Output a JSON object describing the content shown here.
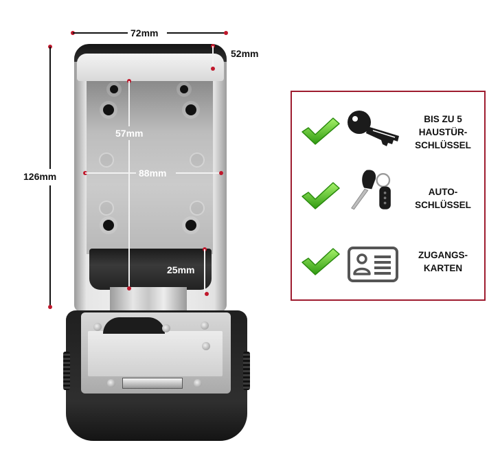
{
  "dimensions": {
    "width_label": "72mm",
    "depth_label": "52mm",
    "height_label": "126mm",
    "inner_height_label": "88mm",
    "inner_width_label": "57mm",
    "tray_depth_label": "25mm"
  },
  "features_panel": {
    "border_color": "#9e1b2e",
    "items": [
      {
        "icon": "house-key-icon",
        "check": "green-check-icon",
        "lines": [
          "BIS ZU 5",
          "HAUSTÜR-",
          "SCHLÜSSEL"
        ]
      },
      {
        "icon": "car-key-icon",
        "check": "green-check-icon",
        "lines": [
          "AUTO-",
          "SCHLÜSSEL"
        ]
      },
      {
        "icon": "id-card-icon",
        "check": "green-check-icon",
        "lines": [
          "ZUGANGS-",
          "KARTEN"
        ]
      }
    ]
  },
  "colors": {
    "dimension_dot": "#c0182c",
    "check_green": "#5cc31f",
    "icon_dark": "#1b1b1b"
  }
}
